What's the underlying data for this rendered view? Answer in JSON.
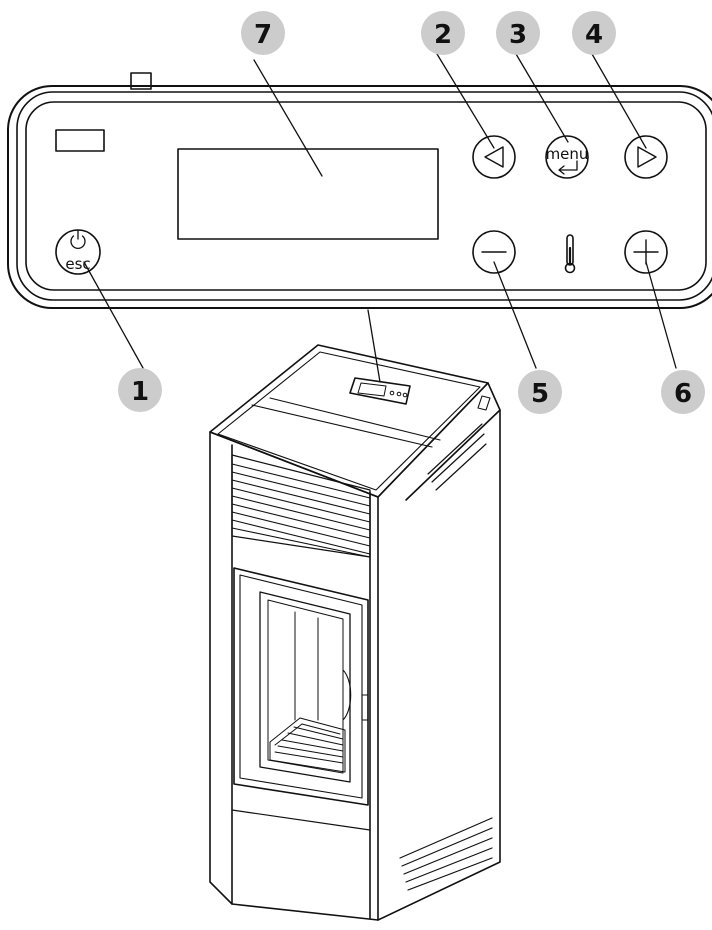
{
  "colors": {
    "line": "#111111",
    "callout_circle": "#cccccc",
    "background": "#ffffff"
  },
  "panel": {
    "esc_button": {
      "label": "esc",
      "icon": "power-icon"
    },
    "menu_button": {
      "label": "menu",
      "icon": "enter-arrow-icon"
    },
    "left_button": {
      "icon": "triangle-left-icon"
    },
    "right_button": {
      "icon": "triangle-right-icon"
    },
    "minus_button": {
      "icon": "minus-icon"
    },
    "plus_button": {
      "icon": "plus-icon"
    },
    "thermometer": {
      "icon": "thermometer-icon"
    }
  },
  "callouts": {
    "c1": "1",
    "c2": "2",
    "c3": "3",
    "c4": "4",
    "c5": "5",
    "c6": "6",
    "c7": "7"
  }
}
